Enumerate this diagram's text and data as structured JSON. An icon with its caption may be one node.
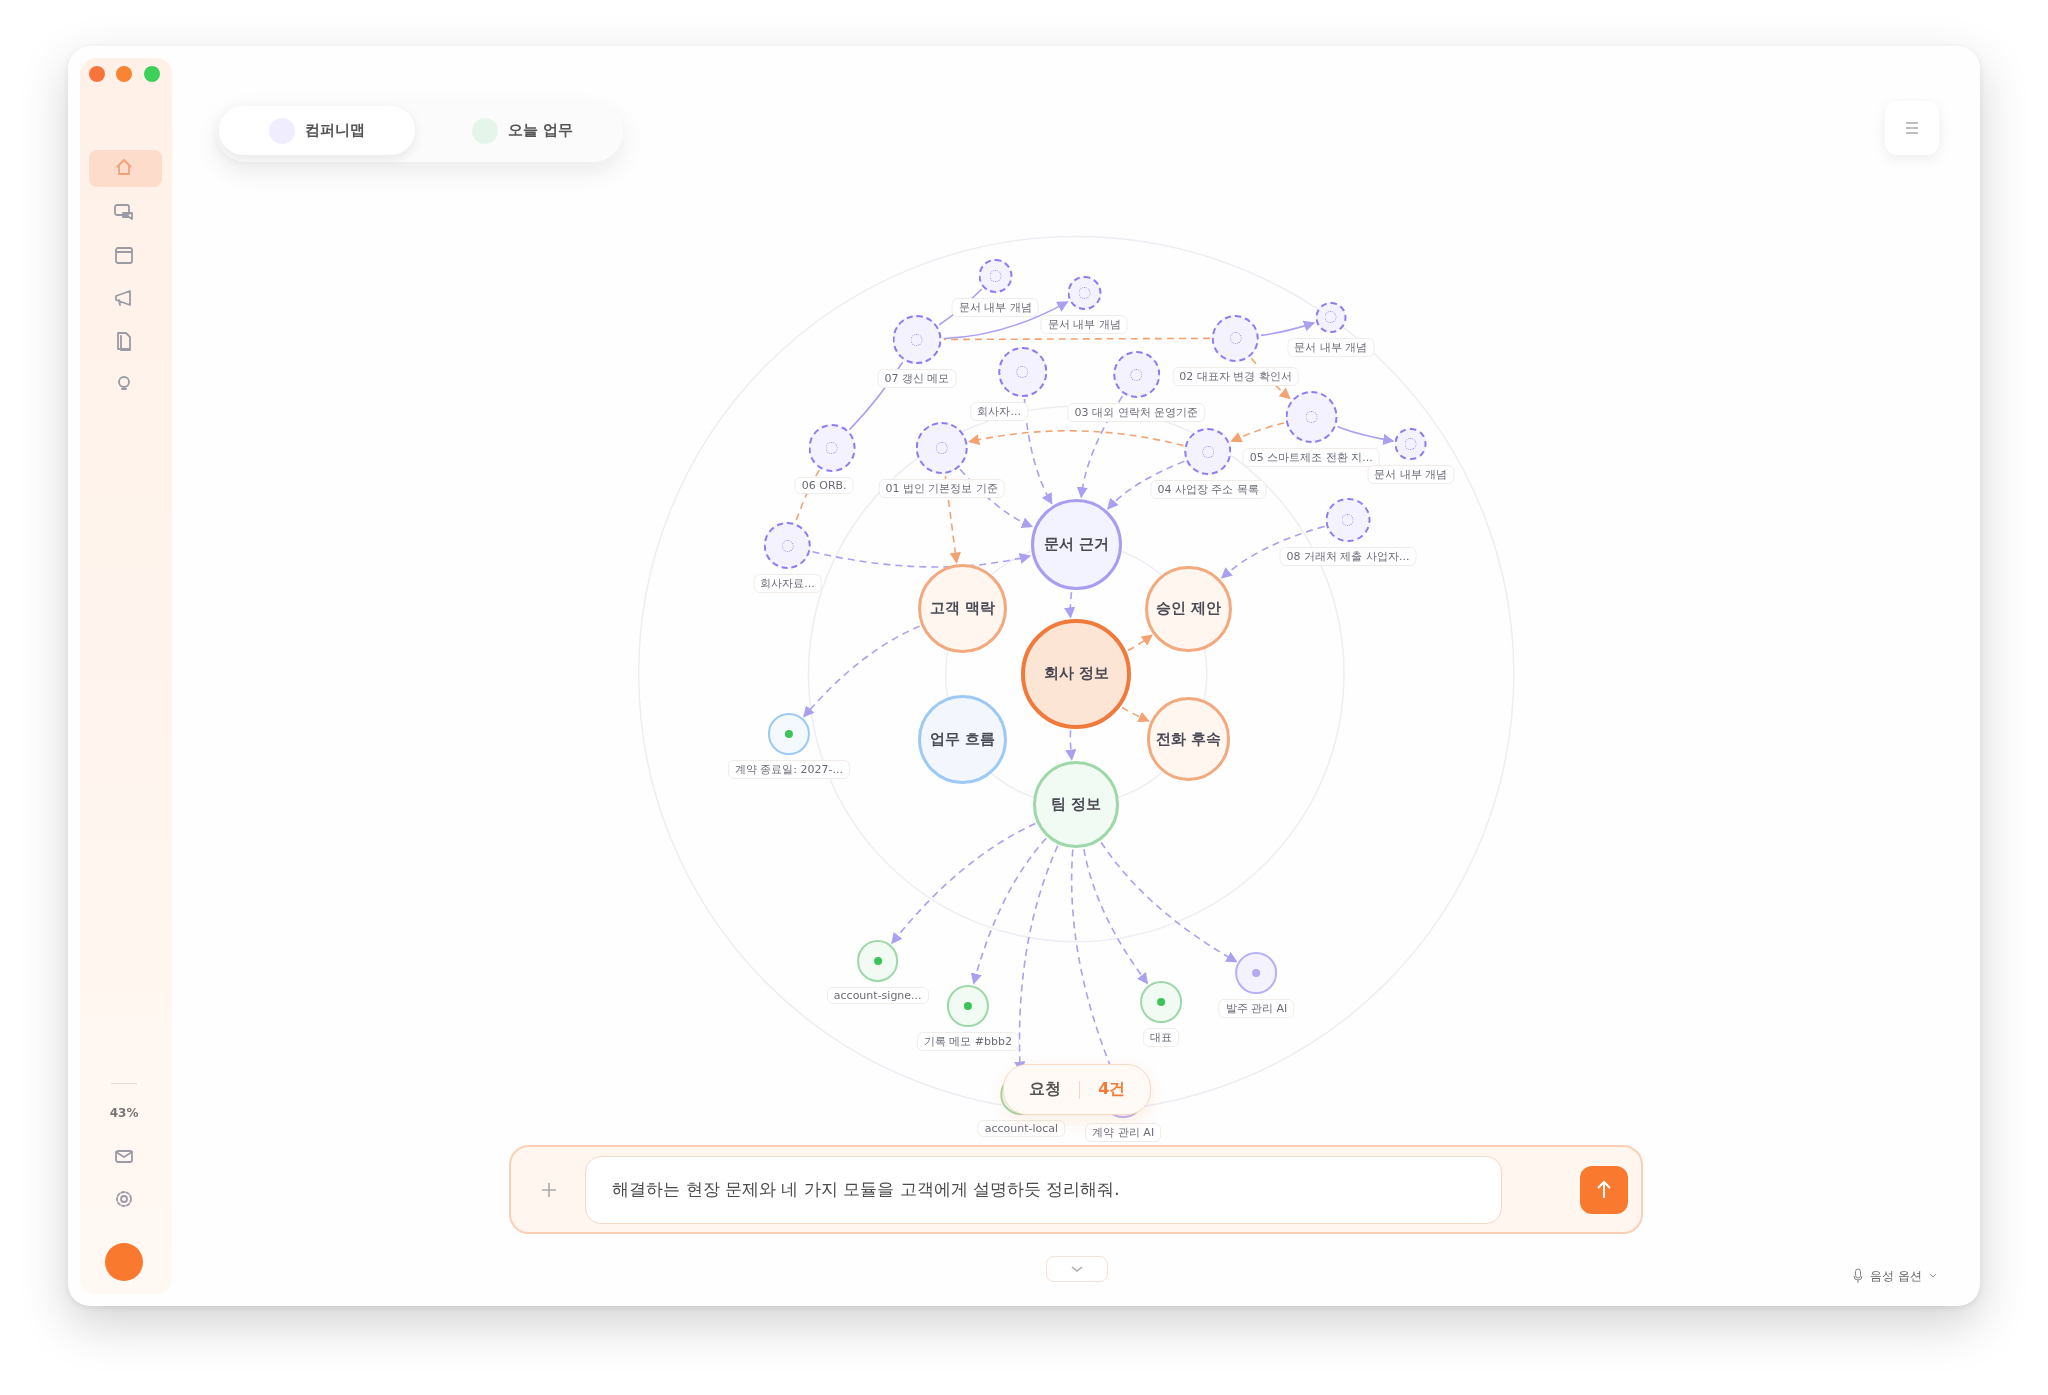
{
  "diagram": {
    "nodes": [
      {
        "text": [
          "문서 내부 개념"
        ]
      },
      {
        "text": [
          "문서 내부 개념"
        ]
      },
      {
        "text": [
          "07 갱신 메모"
        ]
      },
      {
        "text": [
          "회사자..."
        ]
      },
      {
        "text": [
          "03 대외 연락처 운영기준"
        ]
      },
      {
        "text": [
          "02 대표자 변경 확인서"
        ]
      },
      {
        "text": [
          "문서 내부 개념"
        ]
      },
      {
        "text": [
          "06 ORB."
        ]
      },
      {
        "text": [
          "01 법인 기본정보 기준"
        ]
      },
      {
        "text": [
          "04 사업장 주소 목록"
        ]
      },
      {
        "text": [
          "05 스마트제조 전환 지..."
        ]
      },
      {
        "text": [
          "문서 내부 개념"
        ]
      },
      {
        "text": [
          "회사자료..."
        ]
      },
      {
        "text": [
          "08 거래처 제출 사업자..."
        ]
      },
      {
        "text": [
          "문서 근거"
        ]
      },
      {
        "text": [
          "고객 맥락"
        ]
      },
      {
        "text": [
          "승인 제안"
        ]
      },
      {
        "text": [
          "회사 정보"
        ]
      },
      {
        "text": [
          "계약 종료일: 2027-..."
        ]
      },
      {
        "text": [
          "업무 흐름"
        ]
      },
      {
        "text": [
          "전화 후속"
        ]
      },
      {
        "text": [
          "팀 정보"
        ]
      },
      {
        "text": [
          "account-signe..."
        ]
      },
      {
        "text": [
          "기록 메모 #bbb2"
        ]
      },
      {
        "text": [
          "대표"
        ]
      },
      {
        "text": [
          "발주 관리 AI"
        ]
      },
      {
        "text": [
          "account-local"
        ]
      },
      {
        "text": [
          "계약 관리 AI"
        ]
      }
    ],
    "edges": [
      {
        "from": 2,
        "to": 0,
        "arrow": "none"
      },
      {
        "from": 2,
        "to": 1,
        "arrow": "to"
      },
      {
        "from": 5,
        "to": 6,
        "arrow": "to"
      },
      {
        "from": 10,
        "to": 11,
        "arrow": "to"
      },
      {
        "from": 7,
        "to": 2,
        "arrow": "none"
      },
      {
        "from": 5,
        "to": 10,
        "arrow": "to",
        "style": "dashed",
        "color": "#f3a270"
      },
      {
        "from": 5,
        "to": 2,
        "arrow": "none",
        "style": "dashed",
        "color": "#f3a270"
      },
      {
        "from": 9,
        "to": 8,
        "arrow": "to",
        "style": "dashed",
        "color": "#f3a270"
      },
      {
        "from": 10,
        "to": 9,
        "arrow": "to",
        "style": "dashed",
        "color": "#f3a270"
      },
      {
        "from": 7,
        "to": 12,
        "arrow": "none",
        "style": "dashed",
        "color": "#f3a270"
      },
      {
        "from": 8,
        "to": 15,
        "arrow": "to",
        "style": "dashed",
        "color": "#f3a270"
      },
      {
        "from": 3,
        "to": 14,
        "arrow": "to",
        "style": "dashed"
      },
      {
        "from": 4,
        "to": 14,
        "arrow": "to",
        "style": "dashed"
      },
      {
        "from": 8,
        "to": 14,
        "arrow": "to",
        "style": "dashed"
      },
      {
        "from": 9,
        "to": 14,
        "arrow": "to",
        "style": "dashed"
      },
      {
        "from": 12,
        "to": 14,
        "arrow": "to",
        "style": "dashed"
      },
      {
        "from": 13,
        "to": 16,
        "arrow": "to",
        "style": "dashed"
      },
      {
        "from": 14,
        "to": 17,
        "arrow": "to",
        "style": "dashed"
      },
      {
        "from": 17,
        "to": 16,
        "arrow": "to",
        "style": "dashed",
        "color": "#f3a270"
      },
      {
        "from": 17,
        "to": 20,
        "arrow": "to",
        "style": "dashed",
        "color": "#f3a270"
      },
      {
        "from": 17,
        "to": 21,
        "arrow": "to",
        "style": "dashed"
      },
      {
        "from": 15,
        "to": 18,
        "arrow": "to",
        "style": "dashed"
      },
      {
        "from": 21,
        "to": 22,
        "arrow": "to",
        "style": "dashed"
      },
      {
        "from": 21,
        "to": 23,
        "arrow": "to",
        "style": "dashed"
      },
      {
        "from": 21,
        "to": 24,
        "arrow": "to",
        "style": "dashed"
      },
      {
        "from": 21,
        "to": 25,
        "arrow": "to",
        "style": "dashed"
      },
      {
        "from": 21,
        "to": 26,
        "arrow": "to",
        "style": "dashed"
      },
      {
        "from": 21,
        "to": 27,
        "arrow": "to",
        "style": "dashed"
      }
    ],
    "labels": [
      "컴퍼니맵",
      "오늘 업무",
      "43%",
      "요청",
      "4건",
      "해결하는 현장 문제와 네 가지 모듈을 고객에게 설명하듯 정리해줘.",
      "음성 옵션"
    ]
  }
}
